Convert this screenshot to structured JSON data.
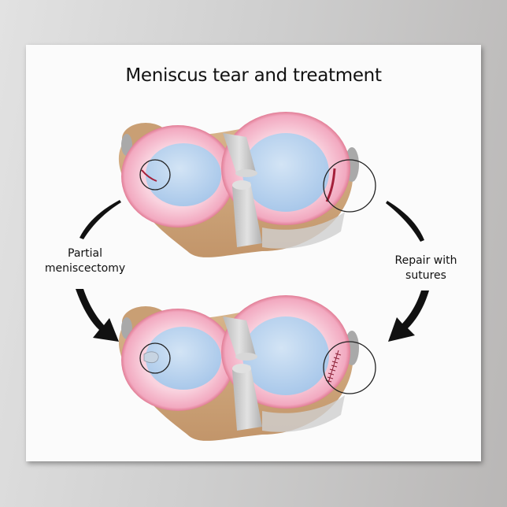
{
  "title": "Meniscus tear and treatment",
  "labels": {
    "left_line1": "Partial",
    "left_line2": "meniscectomy",
    "right_line1": "Repair with",
    "right_line2": "sutures"
  },
  "panels": [
    {
      "name": "torn-meniscus",
      "tears": [
        "radial-tear-medial",
        "longitudinal-tear-lateral"
      ]
    },
    {
      "name": "treated-meniscus",
      "treatments": [
        "partial-meniscectomy",
        "suture-repair"
      ]
    }
  ],
  "colors": {
    "meniscus_pink": "#f4b8cb",
    "meniscus_rim": "#c83a55",
    "cartilage_blue": "#b9d4ee",
    "bone_tan": "#c9a172",
    "ligament_gray": "#c8c8c8",
    "arrow": "#111111"
  }
}
